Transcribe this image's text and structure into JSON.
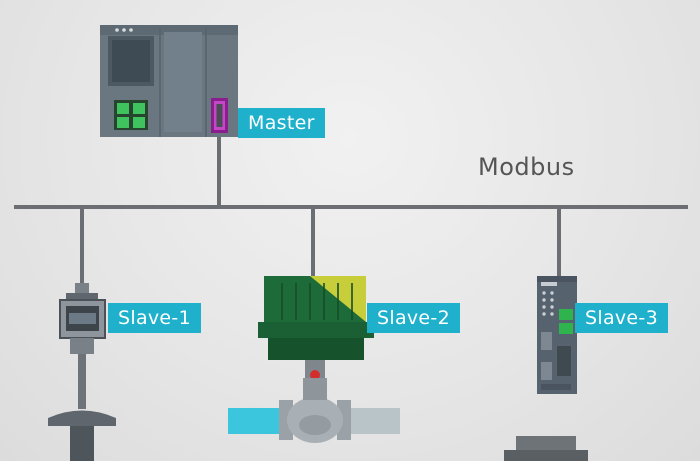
{
  "network": {
    "bus_label": "Modbus",
    "master_label": "Master",
    "slaves": [
      {
        "label": "Slave-1"
      },
      {
        "label": "Slave-2"
      },
      {
        "label": "Slave-3"
      }
    ]
  },
  "colors": {
    "label_bg": "#1fb0cc",
    "label_text": "#ffffff",
    "bus_line": "#6b6e72",
    "plc_body": "#68767f",
    "valve_green": "#1e6b3a",
    "valve_yellow": "#c8cd3a",
    "pipe_cyan": "#3cc6dd"
  },
  "icons": {
    "master": "plc-controller-icon",
    "slave_1": "flow-meter-icon",
    "slave_2": "motorized-valve-icon",
    "slave_3": "io-module-icon"
  }
}
